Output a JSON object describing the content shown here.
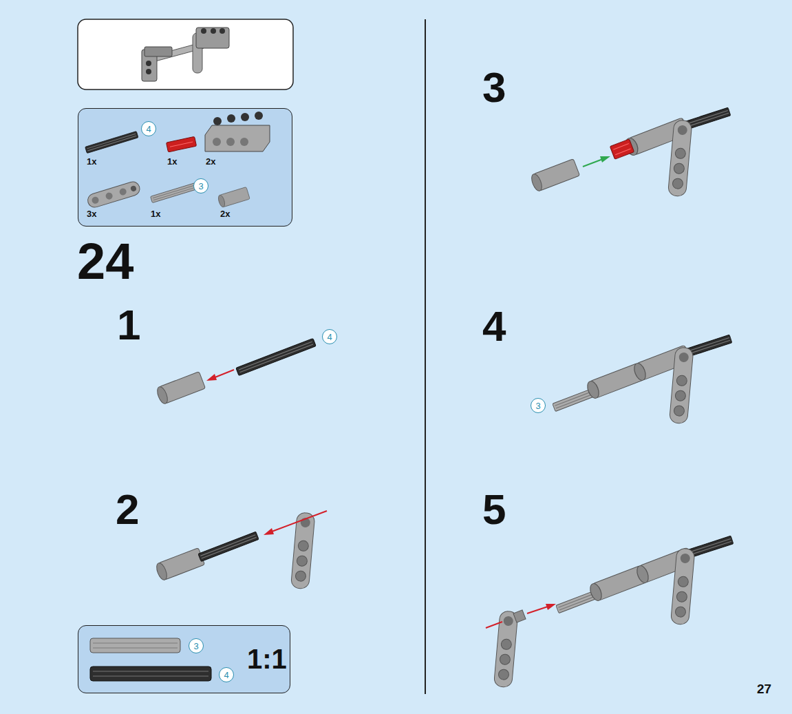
{
  "diagram": {
    "nodes": [
      {
        "text": [
          "1x",
          "1x",
          "2x",
          "3x",
          "1x",
          "2x"
        ]
      },
      {
        "text": [
          "4"
        ],
        "in": 0
      },
      {
        "text": [
          "3"
        ],
        "in": 0
      },
      {
        "text": [
          "4"
        ]
      },
      {
        "text": [
          "1:1"
        ]
      },
      {
        "text": [
          "3"
        ],
        "in": 4
      },
      {
        "text": [
          "4"
        ],
        "in": 4
      },
      {
        "text": [
          "3"
        ]
      }
    ],
    "edges": [],
    "labels": [
      "24",
      "1",
      "2",
      "3",
      "4",
      "5",
      "27"
    ]
  }
}
